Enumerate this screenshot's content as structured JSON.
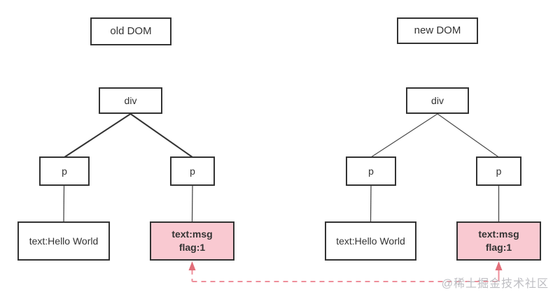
{
  "diagram": {
    "type": "virtual-dom-diff-comparison",
    "colors": {
      "background": "#ffffff",
      "box_border": "#333333",
      "box_text": "#333333",
      "highlight_fill": "#F9C9D1",
      "tree_edge_left": "#333333",
      "tree_edge_right": "#4a4a4a",
      "dashed_connector": "#ee8f9b",
      "arrowhead": "#e26e79",
      "watermark": "#bdbdc2"
    },
    "old_tree": {
      "title": "old DOM",
      "root_label": "div",
      "child_left_label": "p",
      "child_right_label": "p",
      "leaf_left_label": "text:Hello World",
      "leaf_right_line1": "text:msg",
      "leaf_right_line2": "flag:1"
    },
    "new_tree": {
      "title": "new DOM",
      "root_label": "div",
      "child_left_label": "p",
      "child_right_label": "p",
      "leaf_left_label": "text:Hello World",
      "leaf_right_line1": "text:msg",
      "leaf_right_line2": "flag:1"
    },
    "watermark_text": "@稀土掘金技术社区"
  }
}
